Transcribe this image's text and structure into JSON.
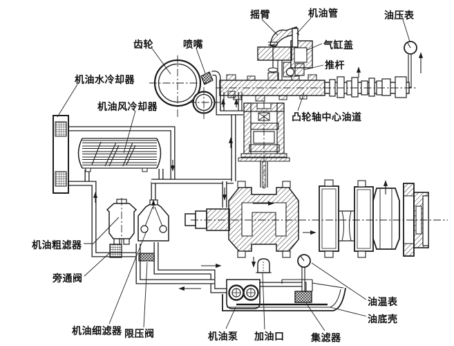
{
  "page": {
    "background": "#ffffff",
    "ink": "#1a1a1a"
  },
  "diagram": {
    "type": "engine-lubrication-system-schematic",
    "labels": {
      "gear": "齿轮",
      "nozzle": "喷嘴",
      "rocker_arm": "摇臂",
      "oil_pipe": "机油管",
      "oil_pressure_gauge": "油压表",
      "cylinder_head": "气缸盖",
      "push_rod": "推杆",
      "oil_water_cooler": "机油水冷却器",
      "oil_air_cooler": "机油风冷却器",
      "camshaft_center_oil_gallery": "凸轮轴中心油道",
      "coarse_oil_filter": "机油粗滤器",
      "bypass_valve": "旁通阀",
      "fine_oil_filter": "机油细滤器",
      "pressure_limiting_valve": "限压阀",
      "oil_pump": "机油泵",
      "oil_filler": "加油口",
      "oil_strainer": "集滤器",
      "oil_temperature_gauge": "油温表",
      "oil_sump": "油底壳"
    }
  }
}
